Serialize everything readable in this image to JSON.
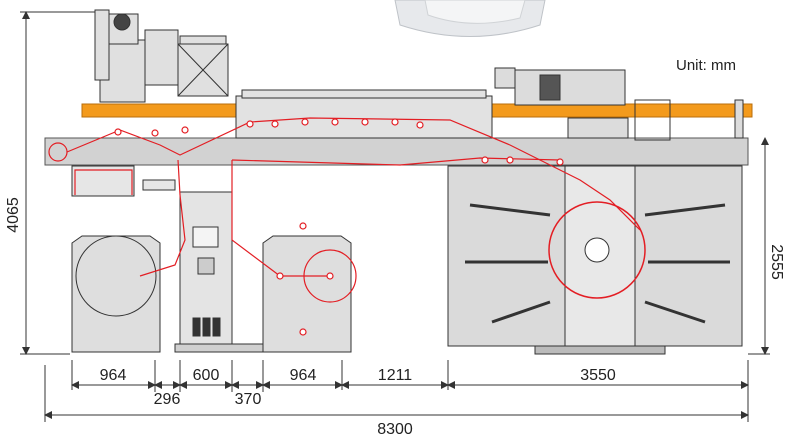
{
  "unit_label": "Unit: mm",
  "dimensions": {
    "height_total": "4065",
    "height_right": "2555",
    "bottom_row1": [
      "964",
      "600",
      "964",
      "1211",
      "3550"
    ],
    "bottom_row2": [
      "296",
      "370"
    ],
    "total_width": "8300"
  },
  "colors": {
    "frame": "#cfcfcf",
    "frame_stroke": "#555555",
    "platform": "#f39a1c",
    "web_path": "#e31e24",
    "line": "#333333",
    "machine_fill": "#dedede"
  }
}
